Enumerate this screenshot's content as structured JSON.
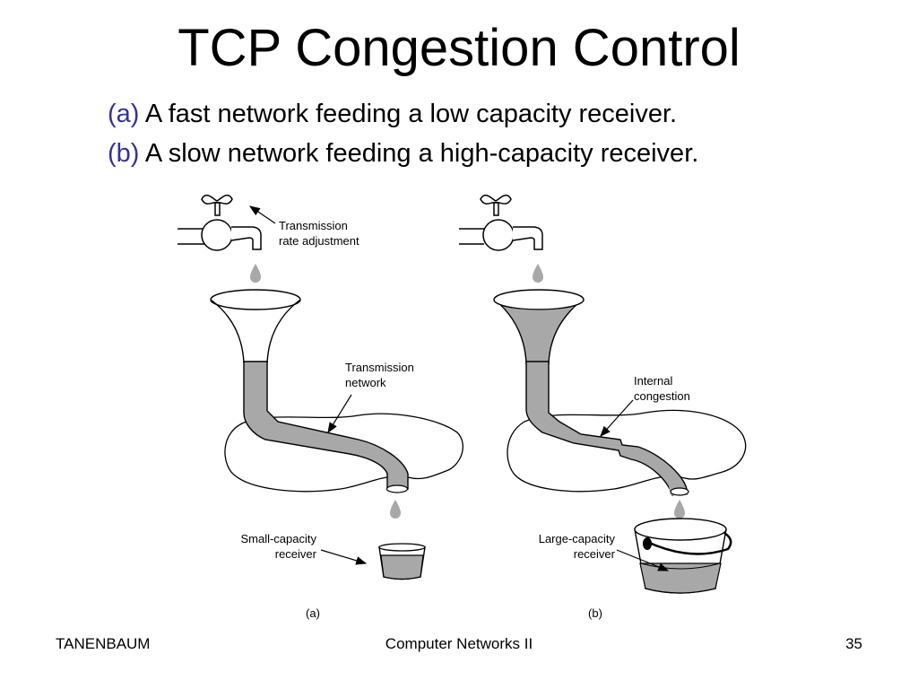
{
  "title": "TCP Congestion Control",
  "subtitles": [
    {
      "label": "(a)",
      "text": "A fast network feeding a low capacity receiver."
    },
    {
      "label": "(b)",
      "text": "A slow network feeding a high-capacity receiver."
    }
  ],
  "figure": {
    "left": {
      "tap_label_line1": "Transmission",
      "tap_label_line2": "rate adjustment",
      "network_label_line1": "Transmission",
      "network_label_line2": "network",
      "receiver_label_line1": "Small-capacity",
      "receiver_label_line2": "receiver",
      "caption": "(a)"
    },
    "right": {
      "congestion_label_line1": "Internal",
      "congestion_label_line2": "congestion",
      "receiver_label_line1": "Large-capacity",
      "receiver_label_line2": "receiver",
      "caption": "(b)"
    },
    "colors": {
      "water": "#a8a8a8",
      "line": "#000000"
    }
  },
  "footer": {
    "left": "TANENBAUM",
    "center": "Computer Networks II",
    "right": "35"
  }
}
